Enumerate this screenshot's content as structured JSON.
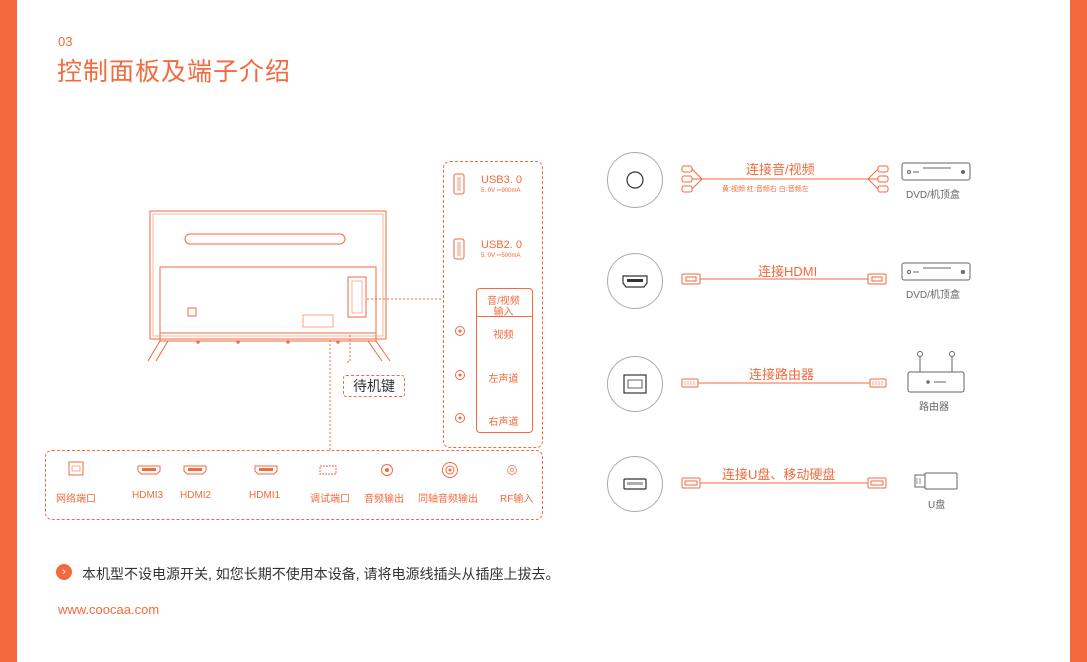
{
  "header": {
    "page_number": "03",
    "title": "控制面板及端子介绍"
  },
  "side_panel": {
    "usb3_label": "USB3. 0",
    "usb3_spec": "5. 0V ⎓900mA",
    "usb2_label": "USB2. 0",
    "usb2_spec": "5. 0V ⎓500mA",
    "av_header_line1": "音/视频",
    "av_header_line2": "输入",
    "av_video": "视频",
    "av_left": "左声道",
    "av_right": "右声道"
  },
  "standby_key": "待机键",
  "bottom_panel": {
    "ports": [
      "网络端口",
      "HDMI3",
      "HDMI2",
      "HDMI1",
      "调试端口",
      "音频输出",
      "同轴音频输出",
      "RF输入"
    ]
  },
  "connections": [
    {
      "label": "连接音/视频",
      "sub": "黄:视频   红:音频右   白:音频左",
      "device": "DVD/机顶盒"
    },
    {
      "label": "连接HDMI",
      "sub": "",
      "device": "DVD/机顶盒"
    },
    {
      "label": "连接路由器",
      "sub": "",
      "device": "路由器"
    },
    {
      "label": "连接U盘、移动硬盘",
      "sub": "",
      "device": "U盘"
    }
  ],
  "note": {
    "icon": "chevron-right-icon",
    "text": "本机型不设电源开关, 如您长期不使用本设备, 请将电源线插头从插座上拔去。"
  },
  "footer": {
    "website": "www.coocaa.com"
  },
  "colors": {
    "accent": "#f26a3d",
    "text": "#333333"
  }
}
